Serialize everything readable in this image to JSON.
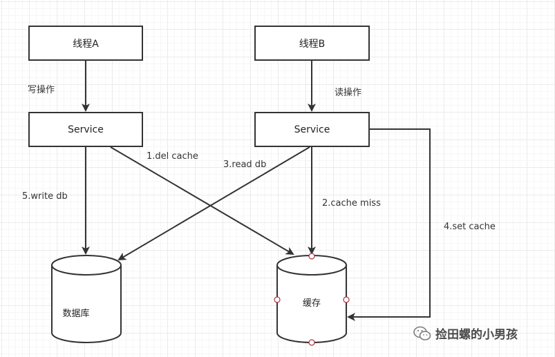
{
  "boxes": {
    "thread_a": "线程A",
    "thread_b": "线程B",
    "service_a": "Service",
    "service_b": "Service"
  },
  "stores": {
    "db": "数据库",
    "cache": "缓存"
  },
  "edge_labels": {
    "write_op": "写操作",
    "read_op": "读操作",
    "del_cache": "1.del cache",
    "cache_miss": "2.cache miss",
    "read_db": "3.read db",
    "set_cache": "4.set cache",
    "write_db": "5.write db"
  },
  "watermark": {
    "text": "捡田螺的小男孩",
    "icon": "wechat-icon"
  }
}
